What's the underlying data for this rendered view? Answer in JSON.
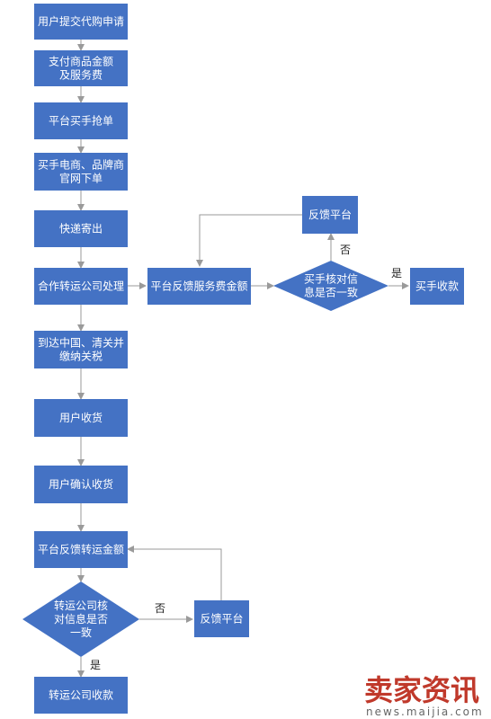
{
  "colors": {
    "node_fill": "#4472c4",
    "node_text": "#ffffff",
    "edge": "#9a9a9a",
    "watermark_main": "#c0392b",
    "watermark_sub": "#666666"
  },
  "nodes": {
    "n1": [
      "用户提交代购申请"
    ],
    "n2": [
      "支付商品金额",
      "及服务费"
    ],
    "n3": [
      "平台买手抢单"
    ],
    "n4": [
      "买手电商、品牌商",
      "官网下单"
    ],
    "n5": [
      "快递寄出"
    ],
    "n6": [
      "合作转运公司处理"
    ],
    "n7": [
      "到达中国、清关并",
      "缴纳关税"
    ],
    "n8": [
      "用户收货"
    ],
    "n9": [
      "用户确认收货"
    ],
    "n10": [
      "平台反馈转运金额"
    ],
    "d2": [
      "转运公司核",
      "对信息是否",
      "一致"
    ],
    "n11": [
      "反馈平台"
    ],
    "n12": [
      "转运公司收款"
    ],
    "r1": [
      "平台反馈服务费金额"
    ],
    "d1": [
      "买手核对信",
      "息是否一致"
    ],
    "r2": [
      "反馈平台"
    ],
    "r3": [
      "买手收款"
    ]
  },
  "edge_labels": {
    "d1_no": "否",
    "d1_yes": "是",
    "d2_no": "否",
    "d2_yes": "是"
  },
  "watermark": {
    "main": "卖家资讯",
    "sub": "news.maijia.com"
  }
}
